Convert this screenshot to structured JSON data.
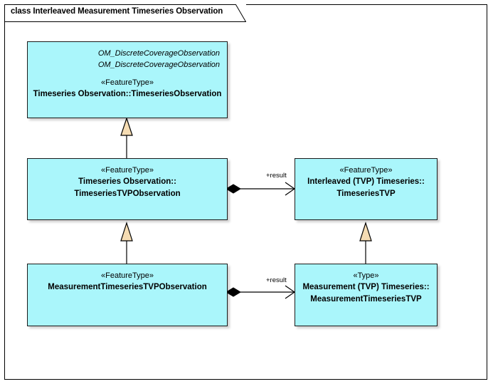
{
  "diagram": {
    "title_prefix": "class",
    "title": "class Interleaved Measurement Timeseries Observation",
    "colors": {
      "class_fill": "#aaf6fb",
      "class_border": "#1a1a1a",
      "generalization_arrow_fill": "#f5dcb3",
      "composition_diamond_fill": "#000000",
      "frame_border": "#000000",
      "page_background": "#ffffff"
    },
    "classes": [
      {
        "id": "timeseries-observation",
        "inherited": [
          "OM_DiscreteCoverageObservation",
          "OM_DiscreteCoverageObservation"
        ],
        "stereotype": "«FeatureType»",
        "name_lines": [
          "Timeseries Observation::TimeseriesObservation"
        ]
      },
      {
        "id": "timeseries-tvp-observation",
        "inherited": [],
        "stereotype": "«FeatureType»",
        "name_lines": [
          "Timeseries Observation::",
          "TimeseriesTVPObservation"
        ]
      },
      {
        "id": "timeseries-tvp",
        "inherited": [],
        "stereotype": "«FeatureType»",
        "name_lines": [
          "Interleaved (TVP) Timeseries::",
          "TimeseriesTVP"
        ]
      },
      {
        "id": "measurement-timeseries-tvp-observation",
        "inherited": [],
        "stereotype": "«FeatureType»",
        "name_lines": [
          "MeasurementTimeseriesTVPObservation"
        ]
      },
      {
        "id": "measurement-timeseries-tvp",
        "inherited": [],
        "stereotype": "«Type»",
        "name_lines": [
          "Measurement (TVP) Timeseries::",
          "MeasurementTimeseriesTVP"
        ]
      }
    ],
    "connectors": [
      {
        "id": "gen-upper-left",
        "type": "generalization",
        "from": "timeseries-tvp-observation",
        "to": "timeseries-observation",
        "label": ""
      },
      {
        "id": "gen-lower-left",
        "type": "generalization",
        "from": "measurement-timeseries-tvp-observation",
        "to": "timeseries-tvp-observation",
        "label": ""
      },
      {
        "id": "gen-right",
        "type": "generalization",
        "from": "measurement-timeseries-tvp",
        "to": "timeseries-tvp",
        "label": ""
      },
      {
        "id": "assoc-result-upper",
        "type": "composition",
        "from": "timeseries-tvp-observation",
        "to": "timeseries-tvp",
        "label": "+result"
      },
      {
        "id": "assoc-result-lower",
        "type": "composition",
        "from": "measurement-timeseries-tvp-observation",
        "to": "measurement-timeseries-tvp",
        "label": "+result"
      }
    ]
  }
}
